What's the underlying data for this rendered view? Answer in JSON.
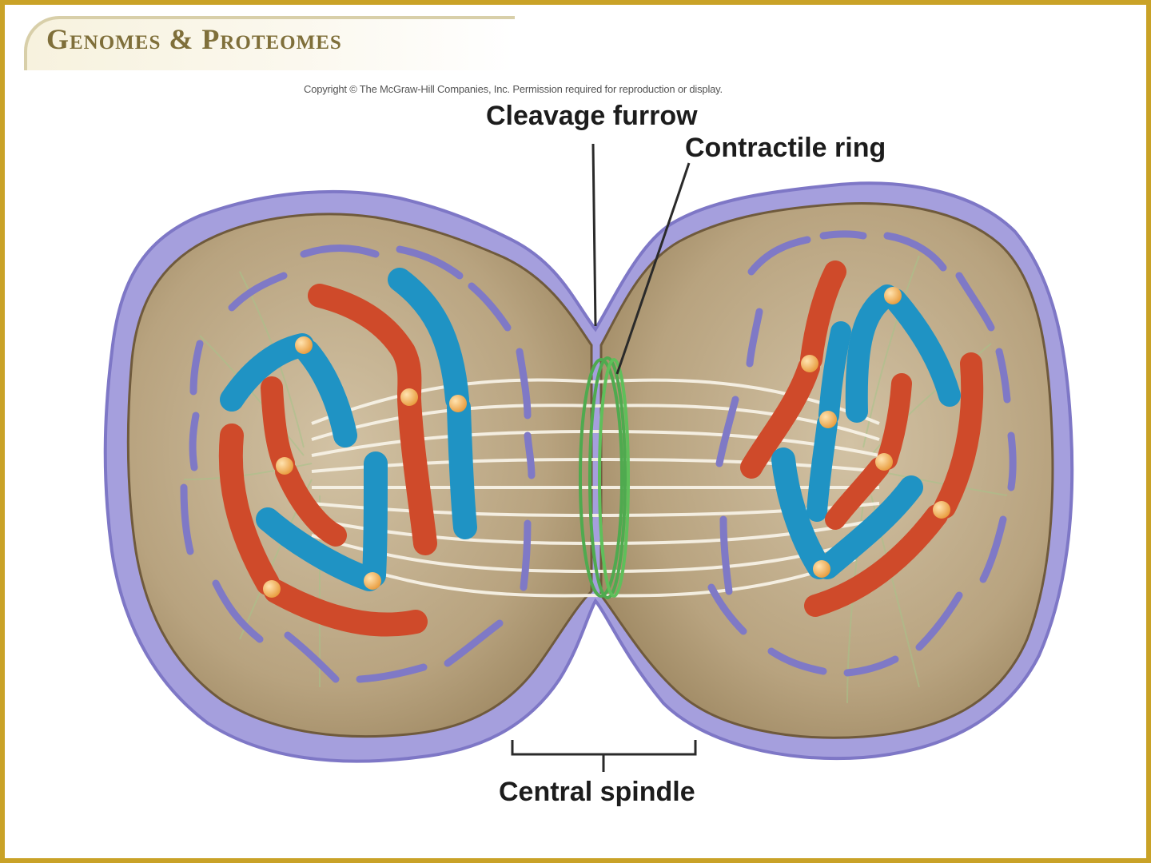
{
  "header": {
    "title": "Genomes & Proteomes"
  },
  "copyright": "Copyright © The McGraw-Hill Companies, Inc. Permission required for reproduction or display.",
  "labels": {
    "cleavage_furrow": "Cleavage furrow",
    "contractile_ring": "Contractile ring",
    "central_spindle": "Central spindle"
  },
  "colors": {
    "frame_border": "#c9a227",
    "membrane": "#9b95d6",
    "cytoplasm": "#b7a27f",
    "chromosome_red": "#cf4a2a",
    "chromosome_blue": "#1f93c4",
    "centromere": "#f2b15a",
    "nuclear_envelope": "#8d88cf",
    "contractile_ring": "#4faa4f",
    "spindle_fibers": "#f6f1e4"
  }
}
